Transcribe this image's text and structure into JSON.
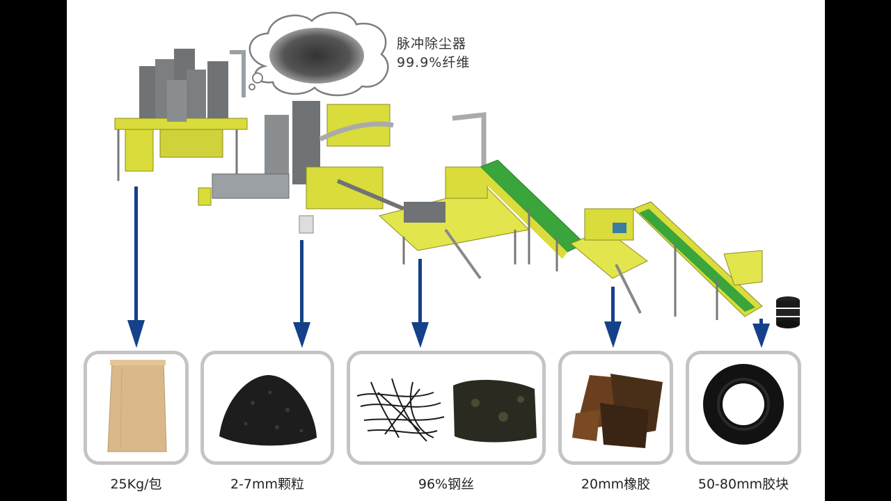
{
  "callout": {
    "line1": "脉冲除尘器",
    "line2": "99.9%纤维"
  },
  "outputs": [
    {
      "label": "25Kg/包",
      "icon": "bag-icon"
    },
    {
      "label": "2-7mm颗粒",
      "icon": "granules-icon"
    },
    {
      "label": "96%钢丝",
      "icon": "steel-wire-icon"
    },
    {
      "label": "20mm橡胶",
      "icon": "rubber-chips-icon"
    },
    {
      "label": "50-80mm胶块",
      "icon": "tire-icon"
    }
  ],
  "colors": {
    "machine_yellow": "#d9dc3a",
    "machine_gray": "#6f7375",
    "conveyor_green": "#3aa53a",
    "arrow_blue": "#15418a",
    "box_border": "#c4c4c4"
  }
}
